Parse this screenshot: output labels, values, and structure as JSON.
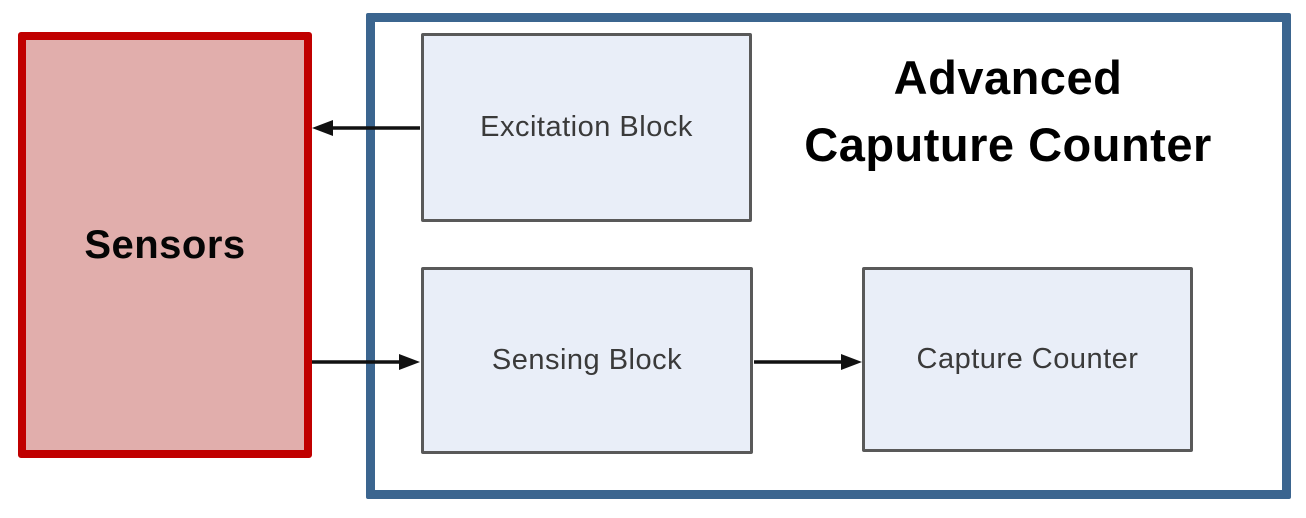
{
  "diagram": {
    "sensors": {
      "label": "Sensors"
    },
    "container": {
      "title_line1": "Advanced",
      "title_line2": "Caputure Counter",
      "blocks": {
        "excitation": {
          "label": "Excitation Block"
        },
        "sensing": {
          "label": "Sensing Block"
        },
        "capture": {
          "label": "Capture Counter"
        }
      }
    },
    "connections": [
      {
        "from": "Excitation Block",
        "to": "Sensors",
        "direction": "left"
      },
      {
        "from": "Sensors",
        "to": "Sensing Block",
        "direction": "right"
      },
      {
        "from": "Sensing Block",
        "to": "Capture Counter",
        "direction": "right"
      }
    ]
  },
  "colors": {
    "sensors_fill": "#E1AEAC",
    "sensors_border": "#C00000",
    "container_border": "#3B658F",
    "block_fill": "#E9EEF8",
    "block_border": "#595959",
    "arrow": "#111111",
    "title_text": "#000000",
    "block_text": "#3A3A3A",
    "sensors_text": "#050505"
  }
}
